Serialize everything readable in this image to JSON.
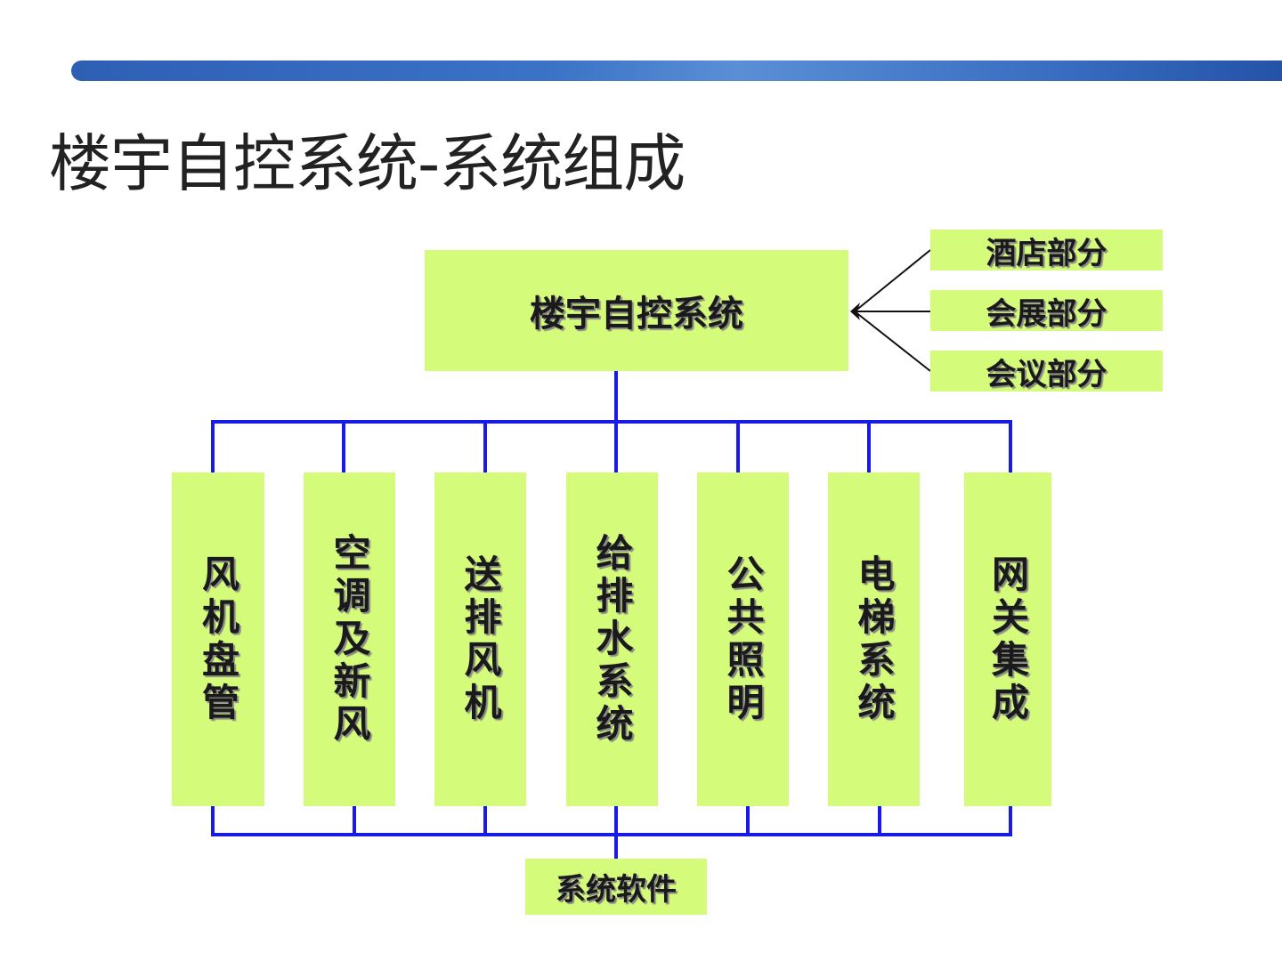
{
  "title": "楼宇自控系统-系统组成",
  "main_node": "楼宇自控系统",
  "side_nodes": [
    "酒店部分",
    "会展部分",
    "会议部分"
  ],
  "subsystems": [
    "风机盘管",
    "空调及新风",
    "送排风机",
    "给排水系统",
    "公共照明",
    "电梯系统",
    "网关集成"
  ],
  "software_node": "系统软件",
  "colors": {
    "box": "#d4fb79",
    "bus": "#1a1ae6",
    "banner": "#3b73c6"
  }
}
